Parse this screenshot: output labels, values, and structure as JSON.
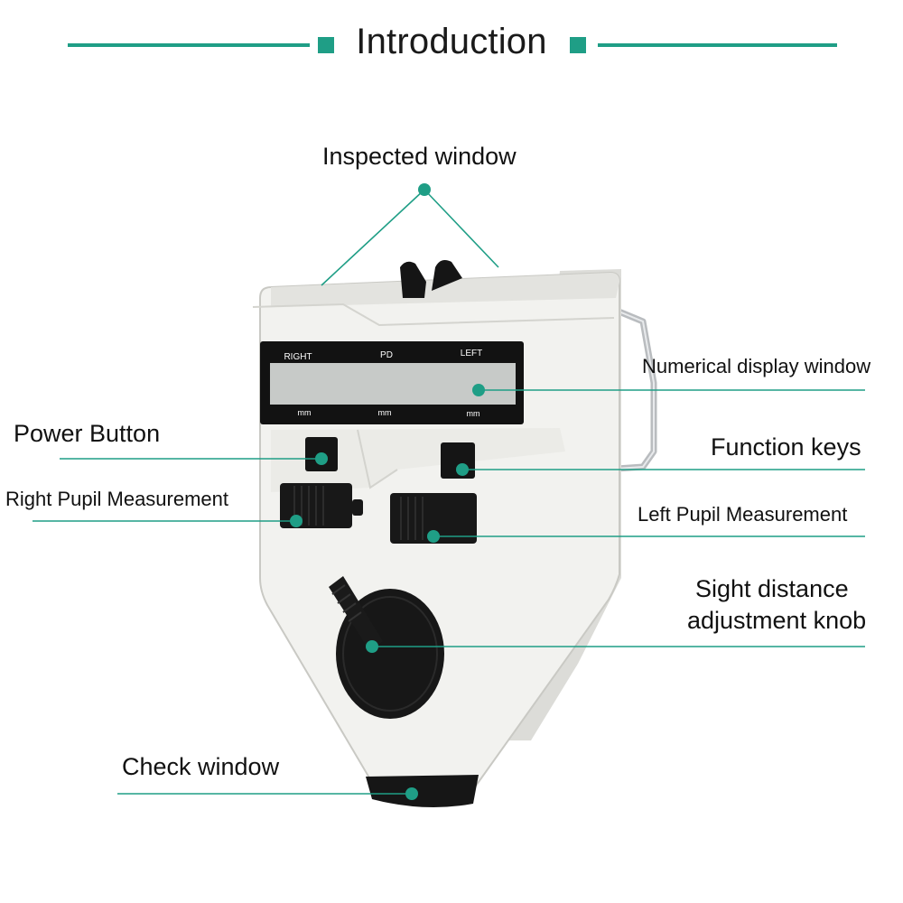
{
  "header": {
    "title": "Introduction"
  },
  "device": {
    "display_labels": {
      "right": "RIGHT",
      "pd": "PD",
      "left": "LEFT",
      "unit": "mm"
    }
  },
  "callouts": {
    "inspected_window": "Inspected window",
    "numerical_display_window": "Numerical display window",
    "power_button": "Power Button",
    "function_keys": "Function keys",
    "right_pupil": "Right Pupil Measurement",
    "left_pupil": "Left Pupil Measurement",
    "sight_line1": "Sight distance",
    "sight_line2": "adjustment knob",
    "check_window": "Check window"
  },
  "colors": {
    "accent": "#1f9e86",
    "body": "#f2f2ef",
    "knob": "#1b1b1b"
  }
}
